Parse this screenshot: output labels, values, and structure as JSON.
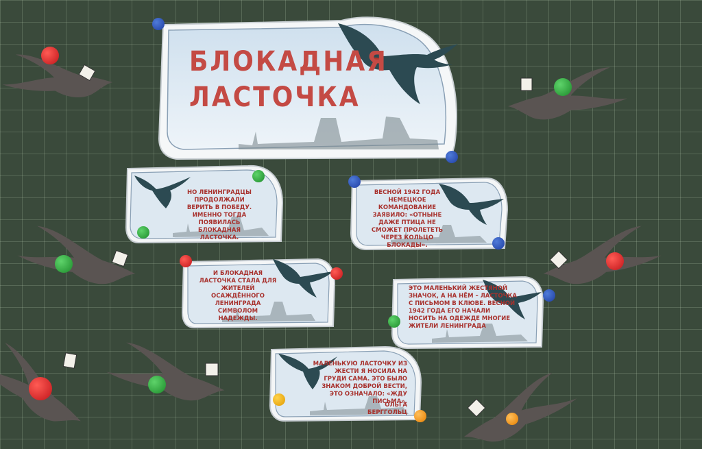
{
  "title": {
    "line1": "БЛОКАДНАЯ",
    "line2": "ЛАСТОЧКА"
  },
  "cards": [
    {
      "text": "НО ЛЕНИНГРАДЦЫ ПРОДОЛЖАЛИ ВЕРИТЬ В ПОБЕДУ. ИМЕННО ТОГДА ПОЯВИЛАСЬ БЛОКАДНАЯ ЛАСТОЧКА."
    },
    {
      "text": "ВЕСНОЙ 1942 ГОДА НЕМЕЦКОЕ КОМАНДОВАНИЕ ЗАЯВИЛО: «ОТНЫНЕ ДАЖЕ ПТИЦА НЕ СМОЖЕТ ПРОЛЕТЕТЬ ЧЕРЕЗ КОЛЬЦО БЛОКАДЫ»."
    },
    {
      "text": "И БЛОКАДНАЯ ЛАСТОЧКА СТАЛА ДЛЯ ЖИТЕЛЕЙ ОСАЖДЁННОГО ЛЕНИНГРАДА СИМВОЛОМ НАДЕЖДЫ."
    },
    {
      "text": "ЭТО МАЛЕНЬКИЙ ЖЕСТЯНОЙ ЗНАЧОК, А НА НЁМ – ЛАСТОЧКА С ПИСЬМОМ В КЛЮВЕ. ВЕСНОЙ 1942 ГОДА ЕГО НАЧАЛИ НОСИТЬ НА ОДЕЖДЕ МНОГИЕ ЖИТЕЛИ ЛЕНИНГРАДА"
    },
    {
      "text": "МАЛЕНЬКУЮ ЛАСТОЧКУ ИЗ ЖЕСТИ Я НОСИЛА НА ГРУДИ САМА. ЭТО БЫЛО ЗНАКОМ ДОБРОЙ ВЕСТИ, ЭТО ОЗНАЧАЛО: «ЖДУ ПИСЬМА».",
      "author": "ОЛЬГА БЕРГГОЛЬЦ"
    }
  ],
  "colors": {
    "board": "#3a4a3b",
    "text_red": "#a8322e",
    "title_red": "#c44a44",
    "swallow_cutout": "#5a5452"
  }
}
